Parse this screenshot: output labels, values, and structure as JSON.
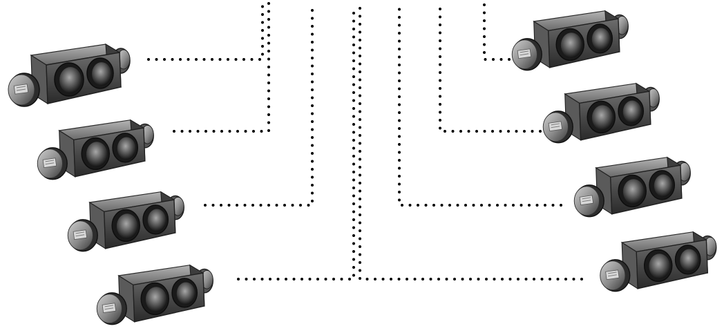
{
  "diagram": {
    "description_free": true,
    "component_icon": "load-cell-icon",
    "connector_style": "dotted",
    "colors": {
      "background": "#ffffff",
      "wire": "#000000",
      "metal_light": "#9a9a9a",
      "metal_mid": "#5c5c5c",
      "metal_dark": "#262626"
    },
    "load_cells": {
      "left": [
        "load-cell-1",
        "load-cell-2",
        "load-cell-3",
        "load-cell-4"
      ],
      "right": [
        "load-cell-5",
        "load-cell-6",
        "load-cell-7",
        "load-cell-8"
      ]
    },
    "cable_count": 8
  }
}
